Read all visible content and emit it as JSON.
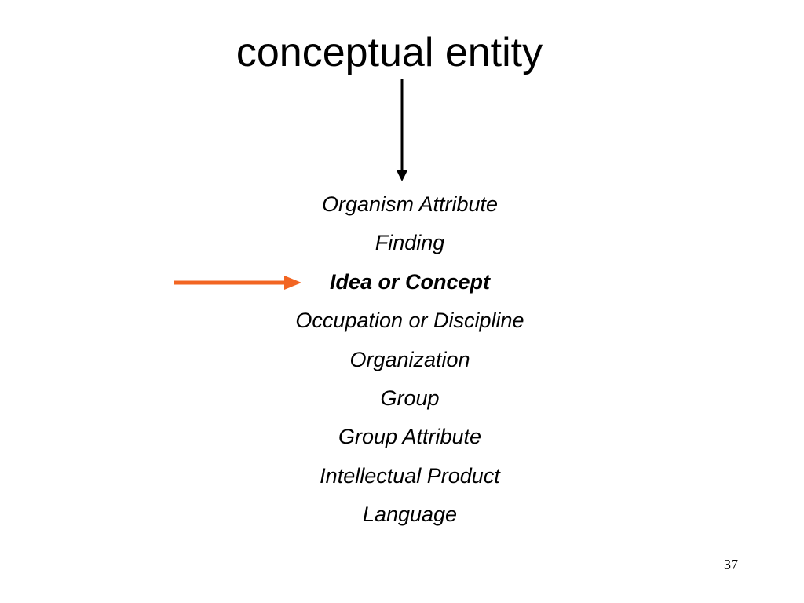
{
  "slide": {
    "title": "conceptual entity",
    "items": [
      "Organism Attribute",
      "Finding",
      "Idea or Concept",
      "Occupation or Discipline",
      "Organization",
      "Group",
      "Group Attribute",
      "Intellectual Product",
      "Language"
    ],
    "highlighted_item": "Idea or Concept",
    "page_number": "37"
  },
  "colors": {
    "text": "#000000",
    "pointer_arrow": "#f26522",
    "down_arrow": "#000000"
  }
}
